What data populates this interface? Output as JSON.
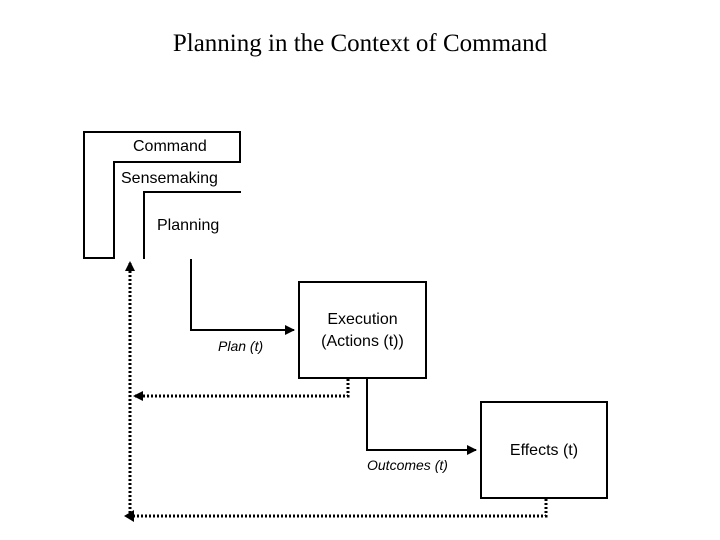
{
  "title": "Planning in the Context of Command",
  "boxes": {
    "command": "Command",
    "sensemaking": "Sensemaking",
    "planning": "Planning",
    "execution_line1": "Execution",
    "execution_line2": "(Actions (t))",
    "effects": "Effects (t)"
  },
  "flows": {
    "plan": "Plan (t)",
    "outcomes": "Outcomes (t)"
  }
}
